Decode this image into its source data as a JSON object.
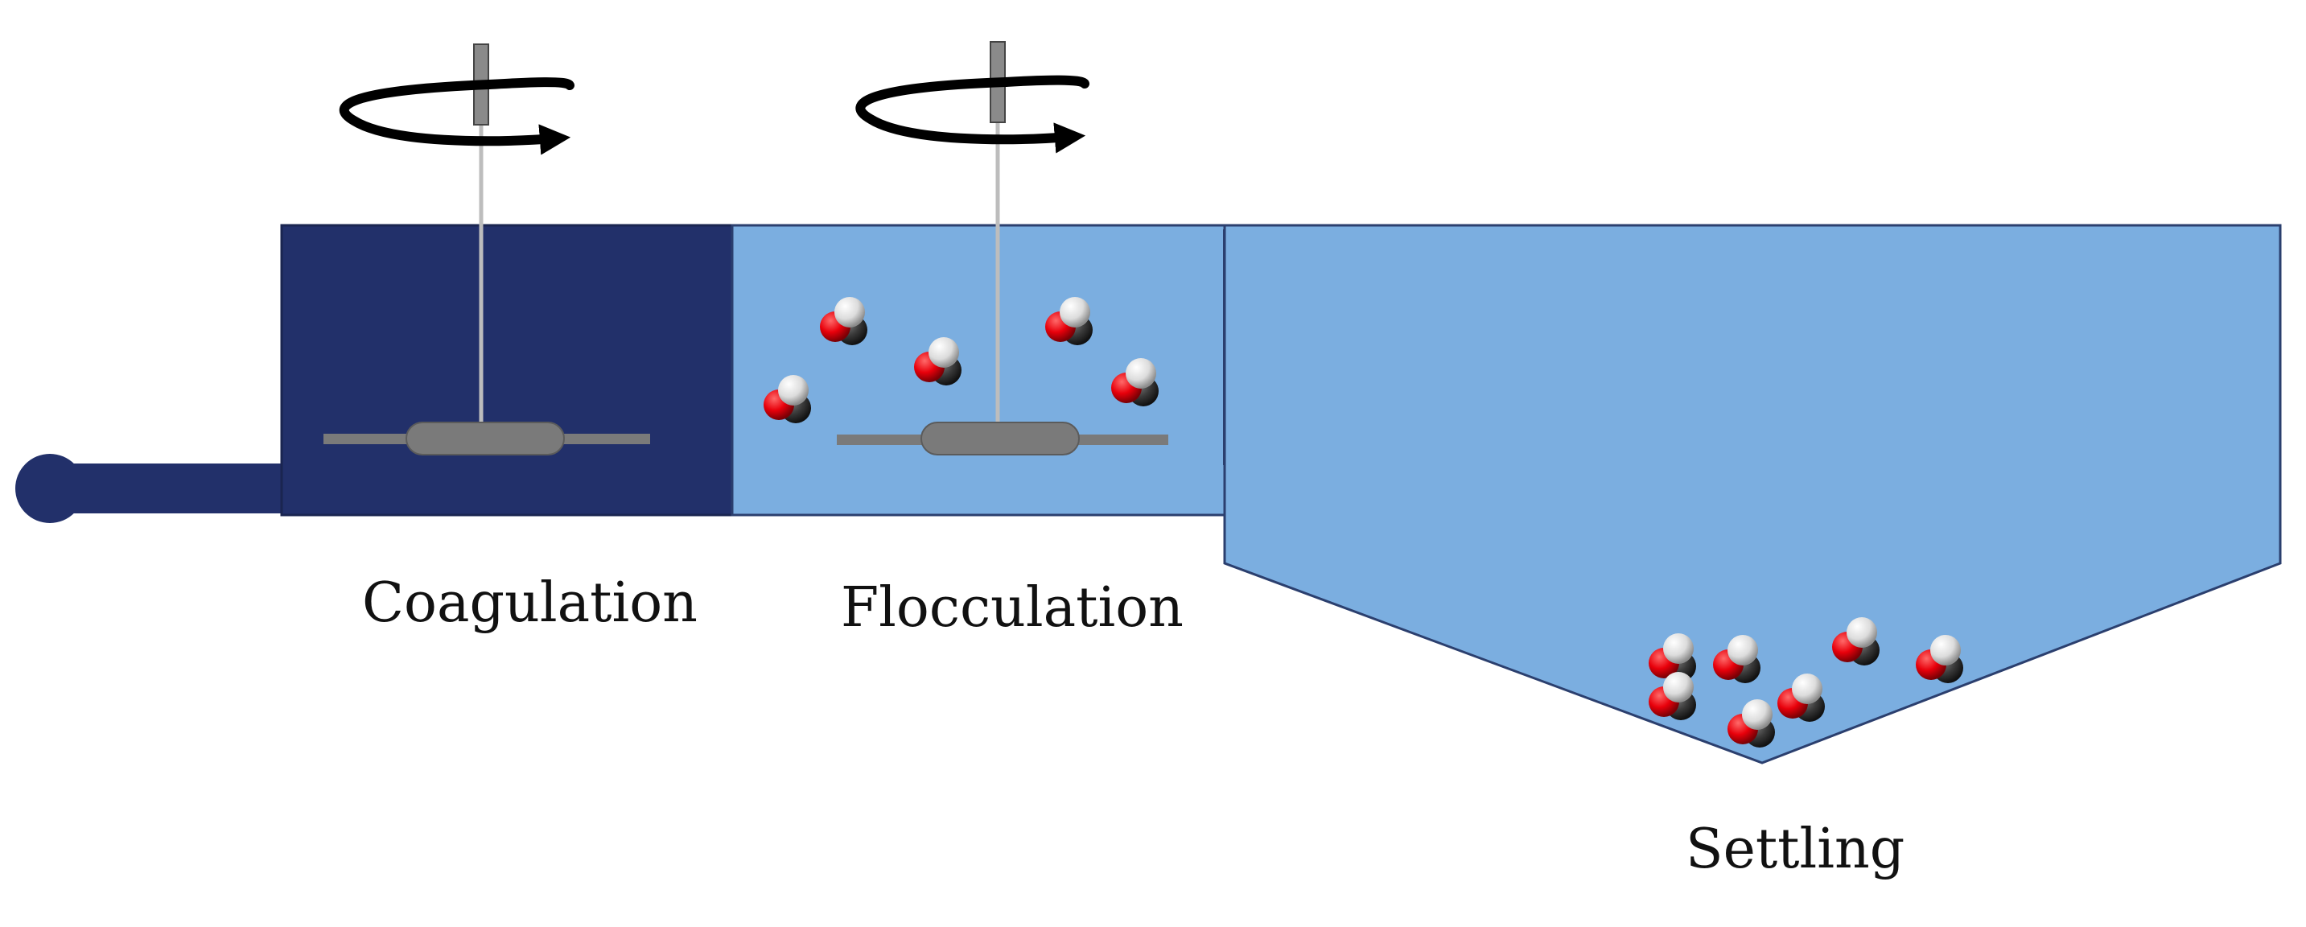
{
  "labels": {
    "coagulation": "Coagulation",
    "flocculation": "Flocculation",
    "settling": "Settling"
  },
  "colors": {
    "coagulation_tank": "#22306A",
    "water": "#7BAEE0",
    "tank_outline": "#2B3F6E",
    "impeller": "#7A7A7A",
    "impeller_stroke": "#5B5B5B",
    "shaft": "#BDBDBD",
    "arrow": "#000000",
    "particle_red": "#E8000B",
    "particle_white": "#E0E0E0",
    "particle_dark": "#2E2E2E"
  },
  "icons": {
    "mixer_rotation": "circular-arrow-icon",
    "particle": "floc-particle-icon",
    "inlet": "inlet-pipe"
  }
}
